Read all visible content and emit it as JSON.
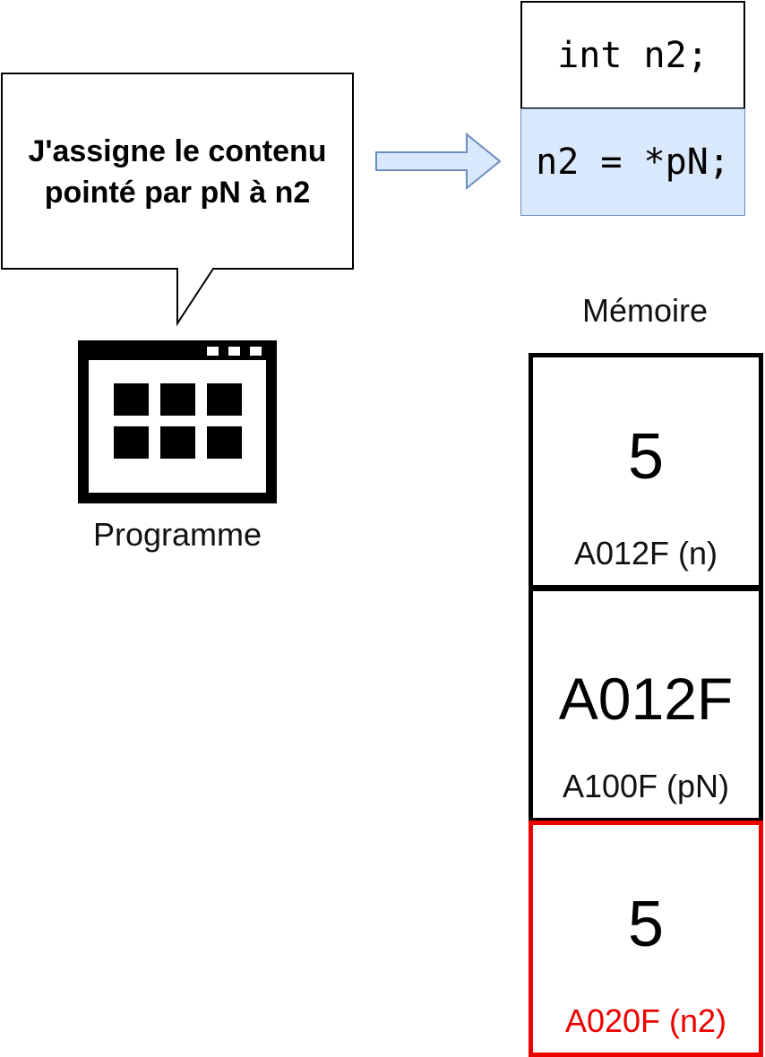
{
  "bubble": {
    "text": "J'assigne le contenu pointé par pN à n2"
  },
  "code": {
    "line1": "int n2;",
    "line2": "n2 = *pN;"
  },
  "program": {
    "label": "Programme",
    "icon": "application-window-icon"
  },
  "memory": {
    "title": "Mémoire",
    "highlight_color": "#ee0000",
    "cells": [
      {
        "value": "5",
        "address": "A012F (n)"
      },
      {
        "value": "A012F",
        "address": "A100F (pN)"
      },
      {
        "value": "5",
        "address": "A020F (n2)"
      }
    ]
  },
  "colors": {
    "code_highlight_fill": "#dae8fc",
    "code_highlight_border": "#6c8ebf",
    "arrow_fill": "#dae8fc",
    "arrow_stroke": "#6c8ebf"
  }
}
